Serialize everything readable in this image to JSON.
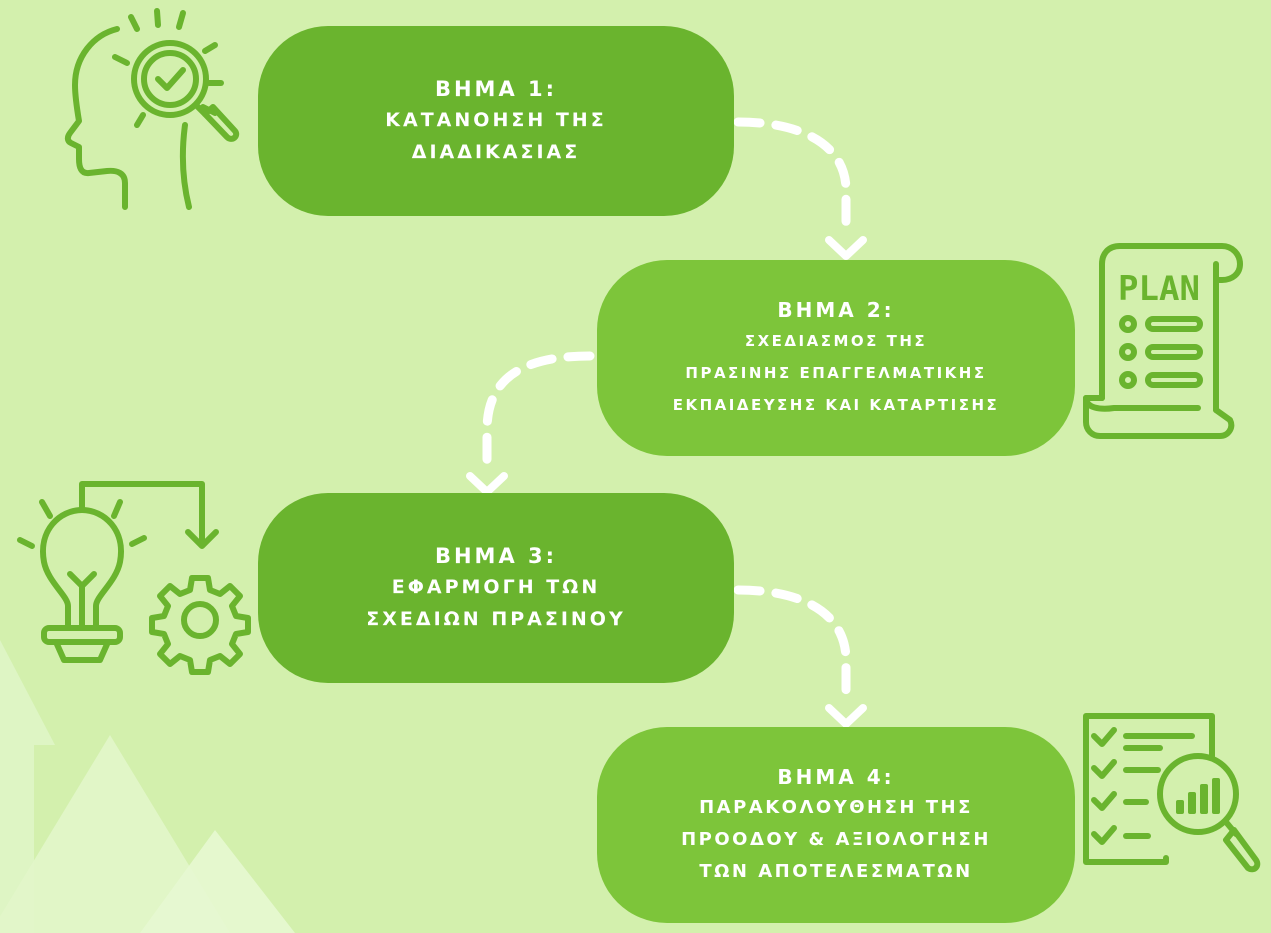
{
  "colors": {
    "background": "#d3f0ad",
    "box_dark": "#6ab42e",
    "box_light": "#7dc53a",
    "icon_stroke": "#6ab42e",
    "connector": "#ffffff"
  },
  "steps": [
    {
      "title": "ΒΗΜΑ 1:",
      "lines": [
        "ΚΑΤΑΝΟΗΣΗ ΤΗΣ",
        "ΔΙΑΔΙΚΑΣΙΑΣ"
      ],
      "icon": "head-magnifier-check-icon"
    },
    {
      "title": "ΒΗΜΑ 2:",
      "lines": [
        "ΣΧΕΔΙΑΣΜΟΣ ΤΗΣ",
        "ΠΡΑΣΙΝΗΣ ΕΠΑΓΓΕΛΜΑΤΙΚΗΣ",
        "ΕΚΠΑΙΔΕΥΣΗΣ ΚΑΙ ΚΑΤΑΡΤΙΣΗΣ"
      ],
      "icon": "plan-scroll-icon"
    },
    {
      "title": "ΒΗΜΑ 3:",
      "lines": [
        "ΕΦΑΡΜΟΓΗ ΤΩΝ",
        "ΣΧΕΔΙΩΝ ΠΡΑΣΙΝΟΥ"
      ],
      "icon": "lightbulb-gear-icon"
    },
    {
      "title": "ΒΗΜΑ 4:",
      "lines": [
        "ΠΑΡΑΚΟΛΟΥΘΗΣΗ ΤΗΣ",
        "ΠΡΟΟΔΟΥ & ΑΞΙΟΛΟΓΗΣΗ",
        "ΤΩΝ ΑΠΟΤΕΛΕΣΜΑΤΩΝ"
      ],
      "icon": "checklist-magnifier-chart-icon"
    }
  ],
  "plan_icon_text": "PLAN"
}
